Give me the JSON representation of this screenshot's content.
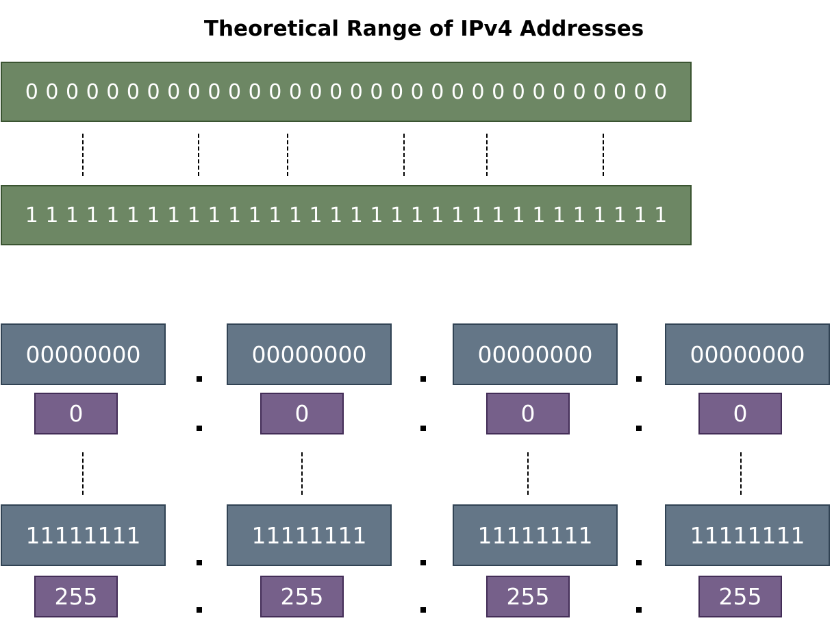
{
  "title": "Theoretical Range of IPv4 Addresses",
  "range": {
    "min_bits": "0 0 0 0 0 0 0 0 0 0 0 0 0 0 0 0 0 0 0 0 0 0 0 0 0 0 0 0 0 0 0 0",
    "max_bits": "1 1 1 1 1 1 1 1 1 1 1 1 1 1 1 1 1 1 1 1 1 1 1 1 1 1 1 1 1 1 1 1"
  },
  "octets": [
    {
      "min_binary": "00000000",
      "min_decimal": "0",
      "max_binary": "11111111",
      "max_decimal": "255"
    },
    {
      "min_binary": "00000000",
      "min_decimal": "0",
      "max_binary": "11111111",
      "max_decimal": "255"
    },
    {
      "min_binary": "00000000",
      "min_decimal": "0",
      "max_binary": "11111111",
      "max_decimal": "255"
    },
    {
      "min_binary": "00000000",
      "min_decimal": "0",
      "max_binary": "11111111",
      "max_decimal": "255"
    }
  ],
  "colors": {
    "bitbar_fill": "#6d8764",
    "bitbar_border": "#3a5431",
    "octet_fill": "#647687",
    "octet_border": "#314354",
    "decimal_fill": "#76608a",
    "decimal_border": "#432d57"
  }
}
